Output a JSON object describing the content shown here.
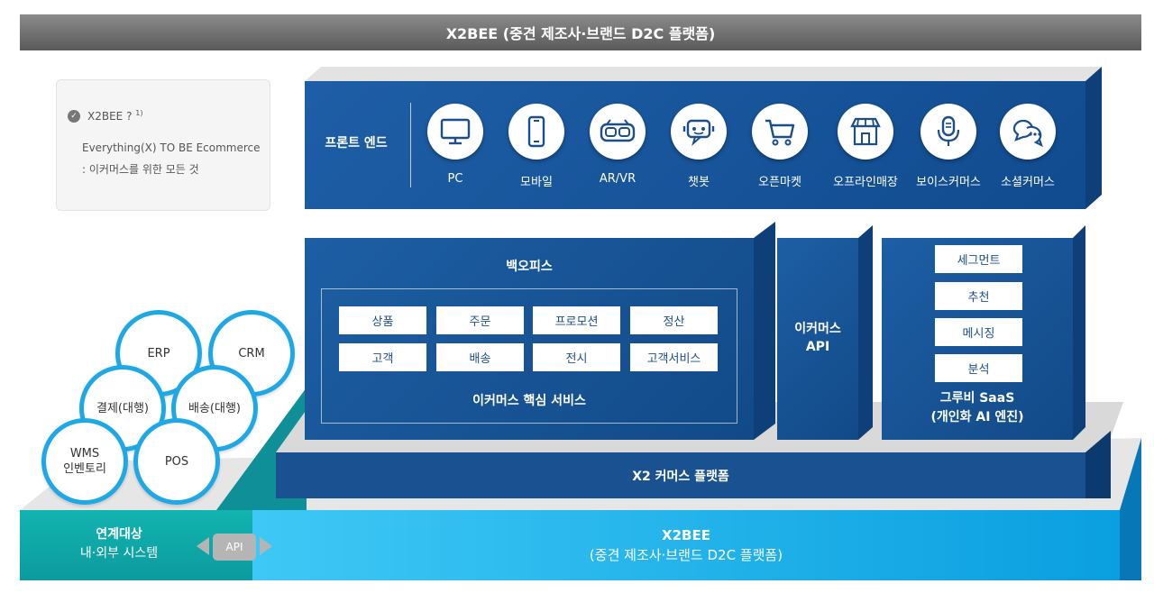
{
  "banner": {
    "title": "X2BEE (중견 제조사·브랜드 D2C 플랫폼)"
  },
  "note": {
    "question": "X2BEE ?",
    "footnote": "1)",
    "line1": "Everything(X) TO BE Ecommerce",
    "line2": ": 이커머스를 위한 모든 것"
  },
  "frontend": {
    "label": "프론트 엔드",
    "items": [
      {
        "label": "PC",
        "icon": "monitor-icon"
      },
      {
        "label": "모바일",
        "icon": "smartphone-icon"
      },
      {
        "label": "AR/VR",
        "icon": "vr-headset-icon"
      },
      {
        "label": "챗봇",
        "icon": "chatbot-icon"
      },
      {
        "label": "오픈마켓",
        "icon": "shopping-cart-icon"
      },
      {
        "label": "오프라인매장",
        "icon": "store-icon"
      },
      {
        "label": "보이스커머스",
        "icon": "microphone-icon"
      },
      {
        "label": "소셜커머스",
        "icon": "chat-bubbles-icon"
      }
    ]
  },
  "backoffice": {
    "title": "백오피스",
    "services": [
      "상품",
      "주문",
      "프로모션",
      "정산",
      "고객",
      "배송",
      "전시",
      "고객서비스"
    ],
    "caption": "이커머스 핵심 서비스"
  },
  "ecommerce_api": {
    "line1": "이커머스",
    "line2": "API"
  },
  "groobee": {
    "items": [
      "세그먼트",
      "추천",
      "메시징",
      "분석"
    ],
    "line1": "그루비 SaaS",
    "line2": "(개인화 AI 엔진)"
  },
  "platform_bar": {
    "label": "X2 커머스 플랫폼"
  },
  "base": {
    "line1": "X2BEE",
    "line2": "(중견 제조사·브랜드 D2C 플랫폼)"
  },
  "linked": {
    "title": "연계대상",
    "subtitle": "내·외부 시스템",
    "api": "API",
    "systems": [
      "ERP",
      "CRM",
      "결제(대행)",
      "배송(대행)",
      "WMS",
      "인벤토리",
      "POS"
    ]
  },
  "colors": {
    "navy": "#154f8c",
    "cyan": "#29b6ea",
    "teal": "#0aa0a8",
    "banner": "#6e6e6e"
  }
}
